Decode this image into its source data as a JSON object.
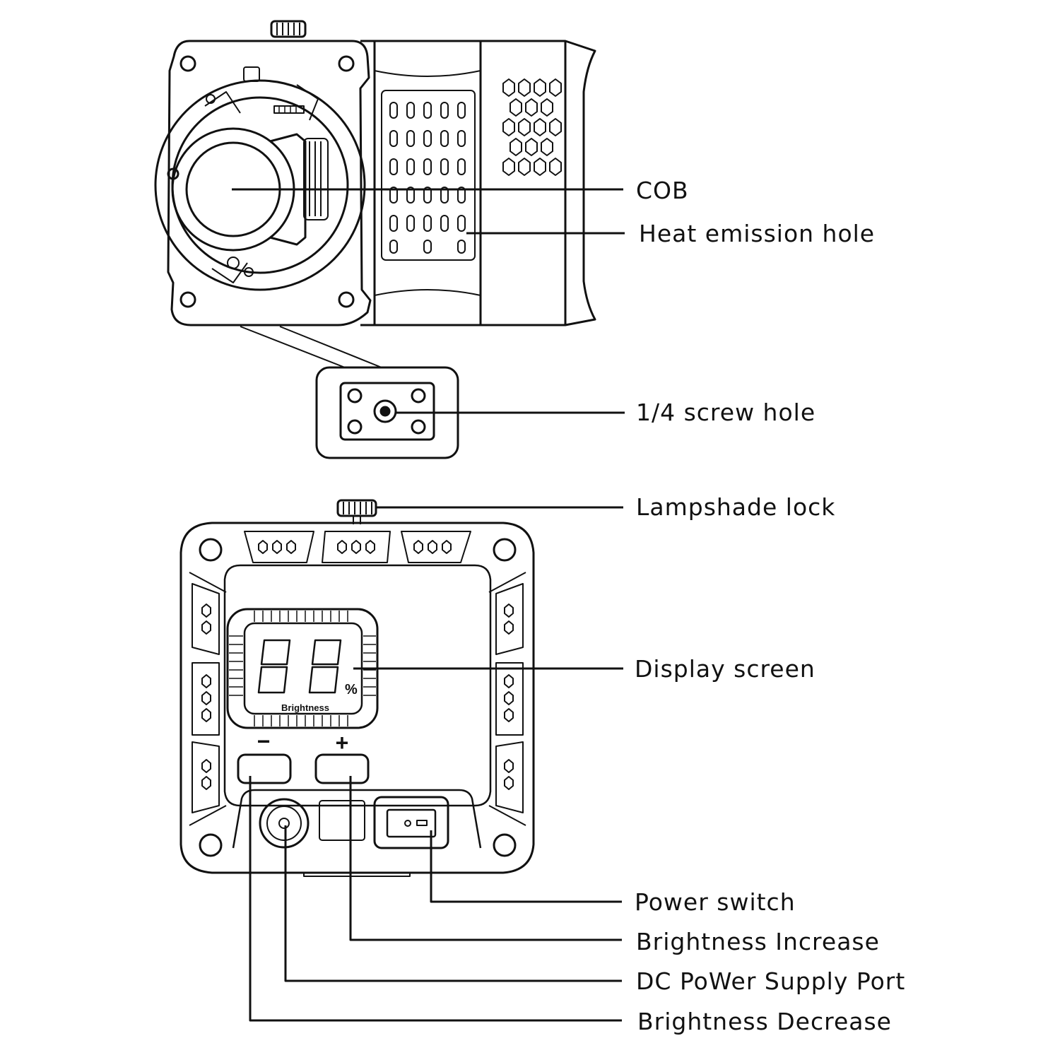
{
  "display": {
    "percent_symbol": "%",
    "caption": "Brightness",
    "minus_symbol": "−",
    "plus_symbol": "+"
  },
  "labels": {
    "cob": "COB",
    "heat_emission_hole": "Heat emission hole",
    "screw_hole": "1/4 screw hole",
    "lampshade_lock": "Lampshade lock",
    "display_screen": "Display screen",
    "power_switch": "Power switch",
    "brightness_increase": "Brightness Increase",
    "dc_power_port": "DC PoWer Supply Port",
    "brightness_decrease": "Brightness Decrease"
  }
}
